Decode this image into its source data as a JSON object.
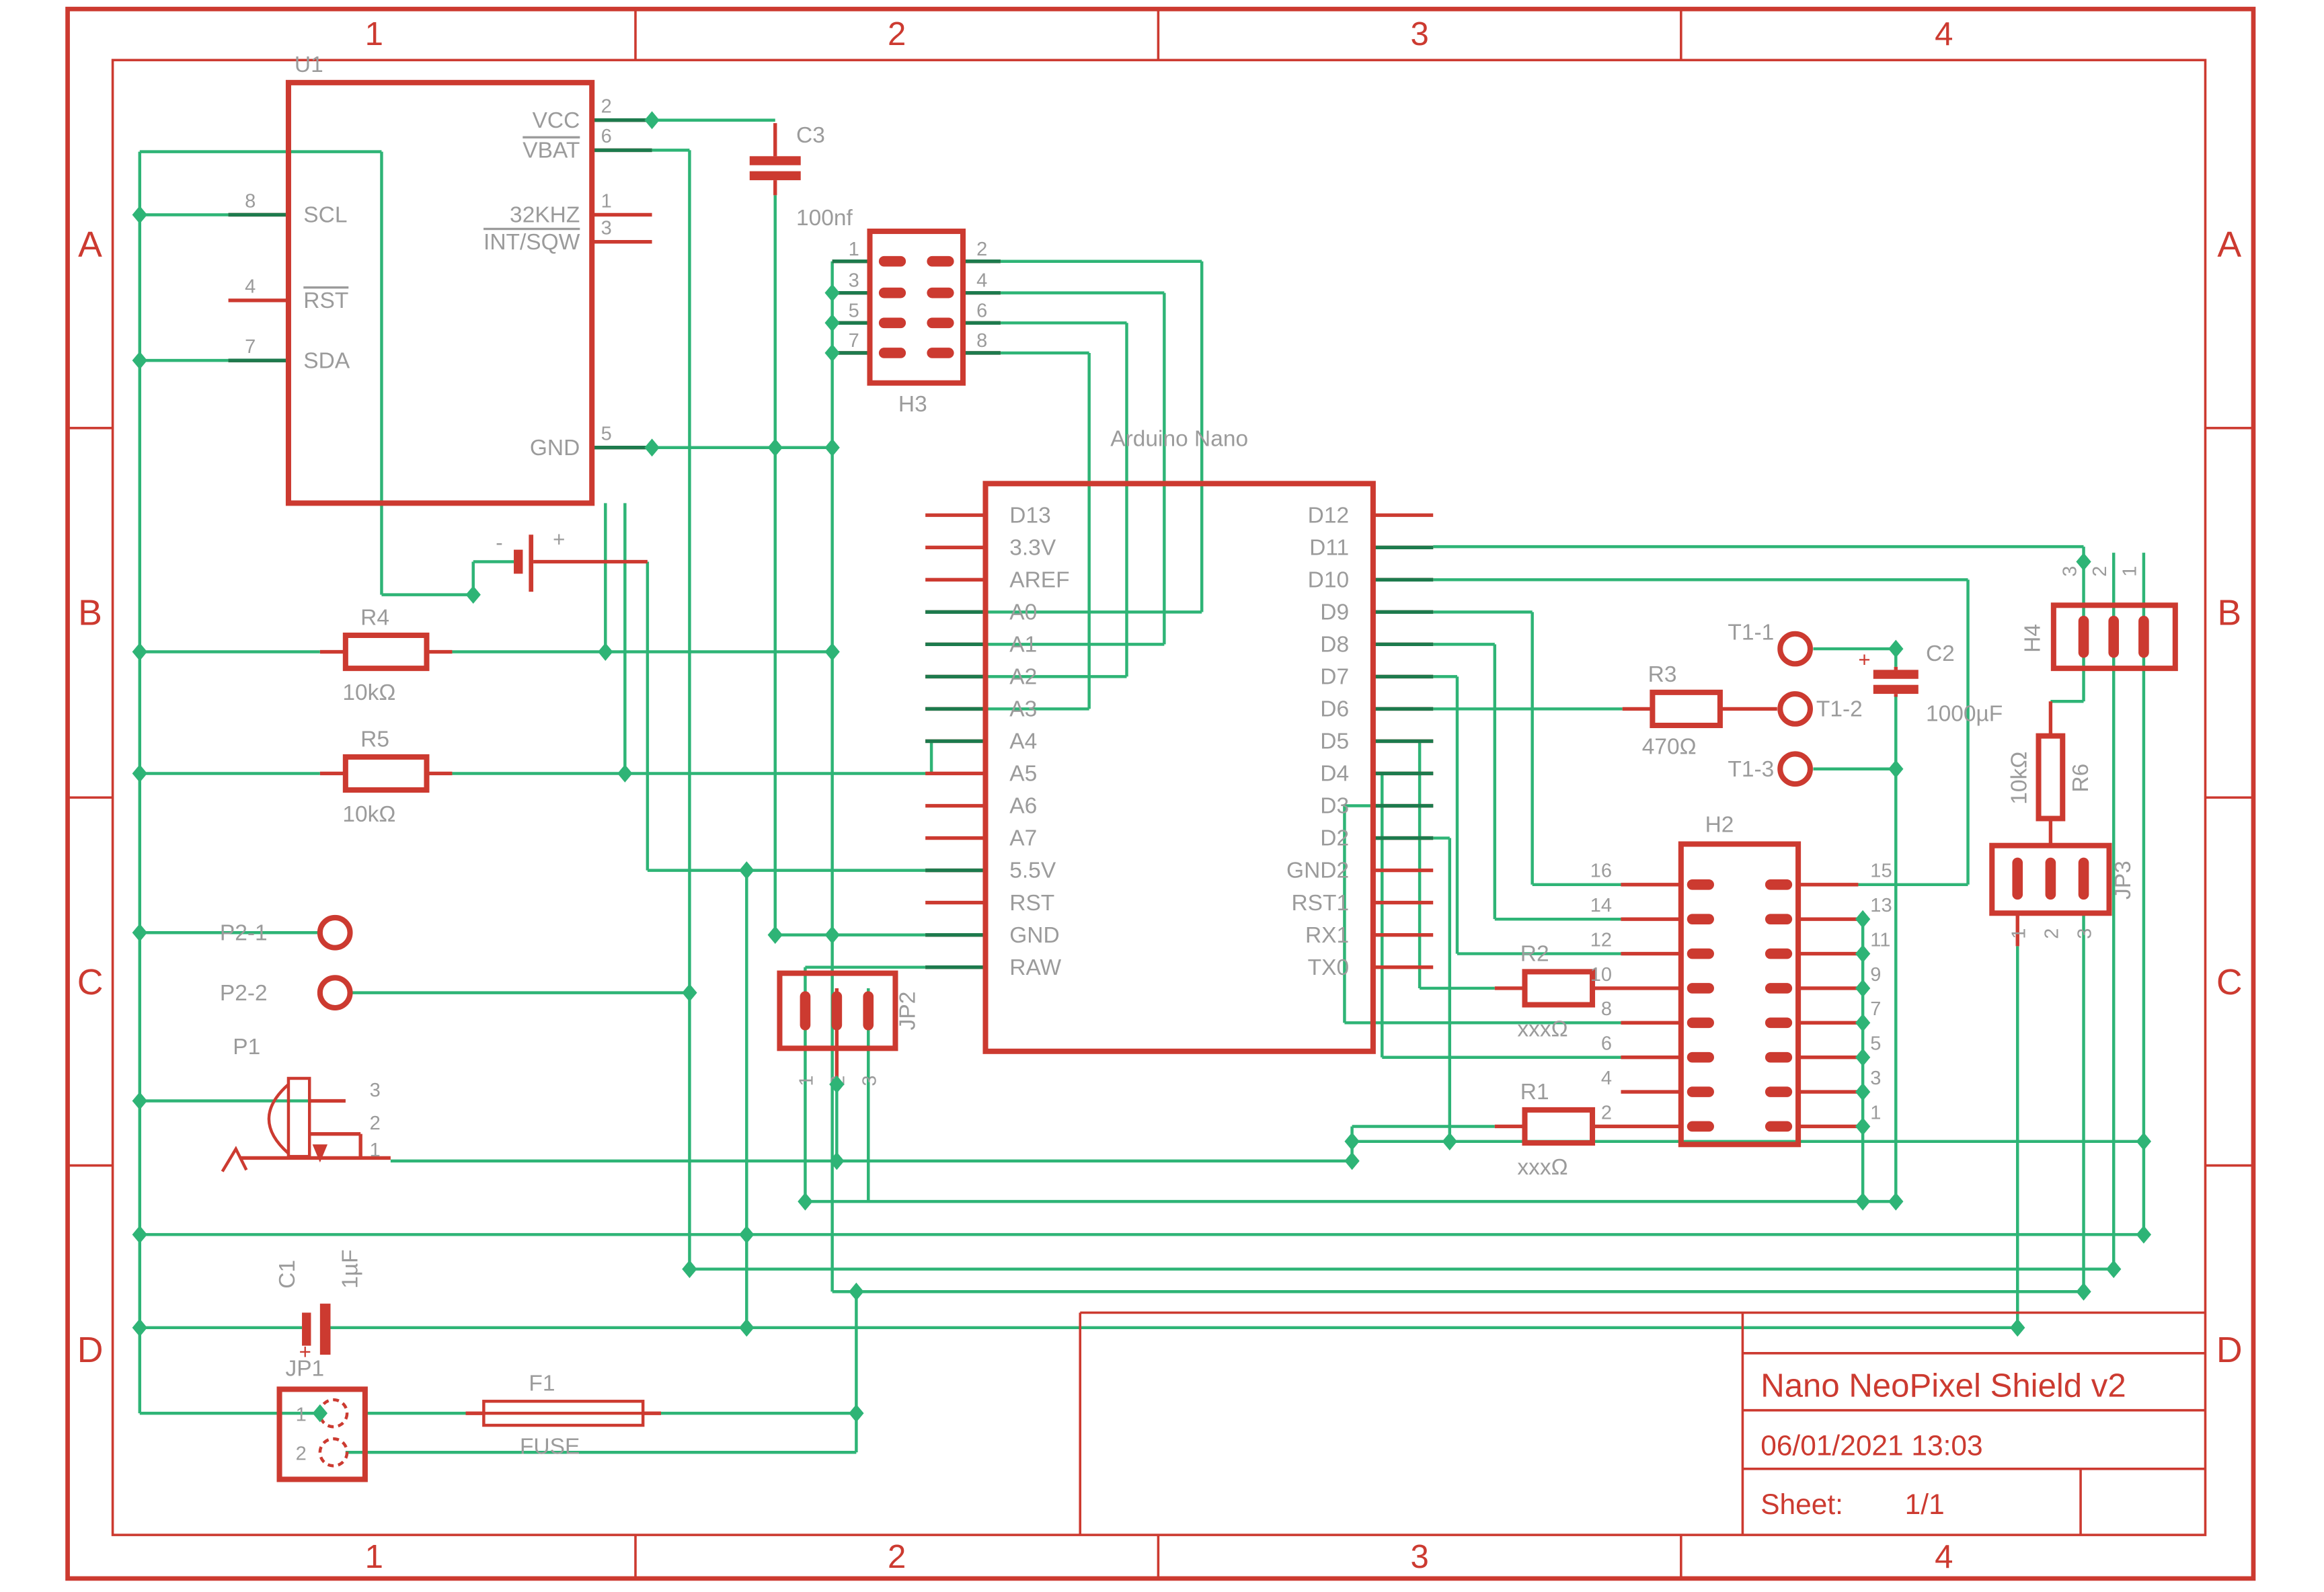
{
  "colors": {
    "symbol_red": "#cc3a30",
    "net_green": "#2eb476",
    "pin_dark_green": "#1d7a4d",
    "label_gray": "#9b9b9b",
    "background": "#ffffff"
  },
  "frame": {
    "columns": [
      "1",
      "2",
      "3",
      "4"
    ],
    "rows": [
      "A",
      "B",
      "C",
      "D"
    ]
  },
  "title_block": {
    "title": "Nano NeoPixel Shield v2",
    "date": "06/01/2021 13:03",
    "sheet_label": "Sheet:",
    "sheet_value": "1/1"
  },
  "u1": {
    "ref": "U1",
    "left_pins": [
      {
        "name": "SCL",
        "number": "8"
      },
      {
        "name": "RST",
        "number": "4"
      },
      {
        "name": "SDA",
        "number": "7"
      }
    ],
    "right_pins": [
      {
        "name": "VCC",
        "number": "2"
      },
      {
        "name": "VBAT",
        "number": "6"
      },
      {
        "name": "32KHZ",
        "number": "1"
      },
      {
        "name": "INT/SQW",
        "number": "3"
      },
      {
        "name": "GND",
        "number": "5"
      }
    ]
  },
  "battery": {
    "minus": "-",
    "plus": "+"
  },
  "c1": {
    "ref": "C1",
    "value": "1µF",
    "polarity": "+"
  },
  "c2": {
    "ref": "C2",
    "value": "1000µF",
    "polarity": "+"
  },
  "c3": {
    "ref": "C3",
    "value": "100nf"
  },
  "h3": {
    "ref": "H3",
    "left_pins": [
      "1",
      "3",
      "5",
      "7"
    ],
    "right_pins": [
      "2",
      "4",
      "6",
      "8"
    ]
  },
  "nano": {
    "label": "Arduino Nano",
    "left_pins": [
      "D13",
      "3.3V",
      "AREF",
      "A0",
      "A1",
      "A2",
      "A3",
      "A4",
      "A5",
      "A6",
      "A7",
      "5.5V",
      "RST",
      "GND",
      "RAW"
    ],
    "right_pins": [
      "D12",
      "D11",
      "D10",
      "D9",
      "D8",
      "D7",
      "D6",
      "D5",
      "D4",
      "D3",
      "D2",
      "GND2",
      "RST1",
      "RX1",
      "TX0"
    ]
  },
  "h2": {
    "ref": "H2",
    "left_pins": [
      "16",
      "14",
      "12",
      "10",
      "8",
      "6",
      "4",
      "2"
    ],
    "right_pins": [
      "15",
      "13",
      "11",
      "9",
      "7",
      "5",
      "3",
      "1"
    ]
  },
  "h4": {
    "ref": "H4",
    "pins": [
      "3",
      "2",
      "1"
    ]
  },
  "jp1": {
    "ref": "JP1",
    "pins": [
      "1",
      "2"
    ]
  },
  "jp2": {
    "ref": "JP2",
    "pins": [
      "1",
      "2",
      "3"
    ]
  },
  "jp3": {
    "ref": "JP3",
    "pins": [
      "1",
      "2",
      "3"
    ]
  },
  "r1": {
    "ref": "R1",
    "value": "xxxΩ"
  },
  "r2": {
    "ref": "R2",
    "value": "xxxΩ"
  },
  "r3": {
    "ref": "R3",
    "value": "470Ω"
  },
  "r4": {
    "ref": "R4",
    "value": "10kΩ"
  },
  "r5": {
    "ref": "R5",
    "value": "10kΩ"
  },
  "r6": {
    "ref": "R6",
    "value": "10kΩ"
  },
  "t1": {
    "t1_1": "T1-1",
    "t1_2": "T1-2",
    "t1_3": "T1-3"
  },
  "p1": {
    "ref": "P1",
    "pins": [
      "3",
      "2",
      "1"
    ]
  },
  "p2": {
    "p2_1": "P2-1",
    "p2_2": "P2-2"
  },
  "f1": {
    "ref": "F1",
    "value": "FUSE"
  }
}
